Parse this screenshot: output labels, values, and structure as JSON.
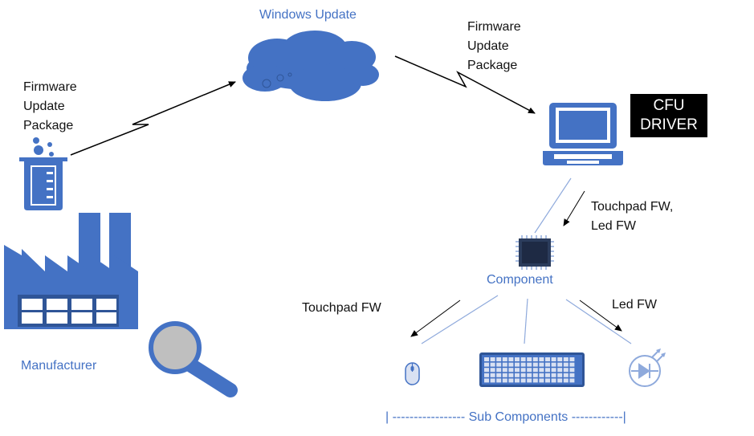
{
  "labels": {
    "windows_update": "Windows Update",
    "firmware_package_left": "Firmware\nUpdate\nPackage",
    "firmware_package_right": "Firmware\nUpdate\nPackage",
    "cfu_driver_line1": "CFU",
    "cfu_driver_line2": "DRIVER",
    "manufacturer": "Manufacturer",
    "touchpad_led_fw": "Touchpad FW,\nLed FW",
    "component": "Component",
    "touchpad_fw": "Touchpad FW",
    "led_fw": "Led FW",
    "sub_components": "| ----------------- Sub Components ------------|"
  },
  "colors": {
    "accent": "#4472C4",
    "text": "#111111",
    "driver_bg": "#000000"
  },
  "icons": [
    "cloud-icon",
    "beaker-icon",
    "factory-icon",
    "magnifier-icon",
    "laptop-icon",
    "chip-icon",
    "mouse-icon",
    "keyboard-icon",
    "led-diode-icon"
  ]
}
